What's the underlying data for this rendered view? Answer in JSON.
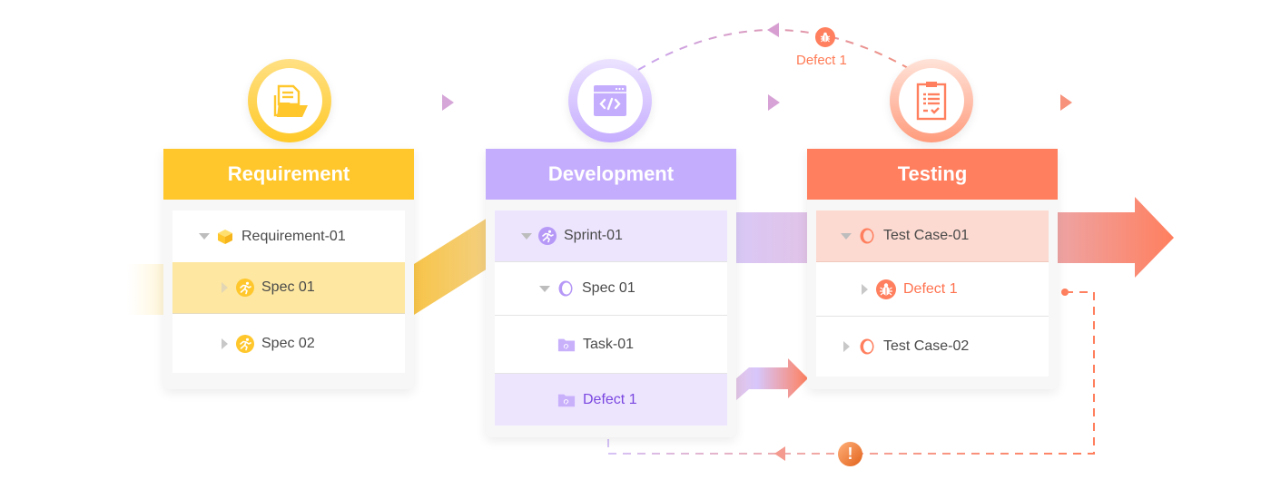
{
  "colors": {
    "requirement": "#ffc72c",
    "development": "#c5adfd",
    "testing": "#ff7f5e",
    "requirement_highlight": "#fde7a1",
    "development_highlight": "#ede5fe",
    "testing_highlight": "#fcdad1",
    "defect_purple": "#7a47e0",
    "defect_orange": "#ff7350"
  },
  "flow_top": {
    "defect_label": "Defect 1",
    "defect_icon": "bug-icon",
    "warning_icon": "exclamation-icon"
  },
  "stages": [
    {
      "id": "requirement",
      "title": "Requirement",
      "icon": "folder-document-icon",
      "rows": [
        {
          "label": "Requirement-01",
          "caret": "down",
          "icon": "cube-icon",
          "indent": 0,
          "highlight": false
        },
        {
          "label": "Spec 01",
          "caret": "right",
          "icon": "runner-icon",
          "indent": 1,
          "highlight": true
        },
        {
          "label": "Spec 02",
          "caret": "right",
          "icon": "runner-icon",
          "indent": 1,
          "highlight": false
        }
      ]
    },
    {
      "id": "development",
      "title": "Development",
      "icon": "code-window-icon",
      "rows": [
        {
          "label": "Sprint-01",
          "caret": "down",
          "icon": "runner-icon",
          "indent": 0,
          "highlight": true
        },
        {
          "label": "Spec 01",
          "caret": "down",
          "icon": "ring-icon",
          "indent": 1,
          "highlight": false
        },
        {
          "label": "Task-01",
          "caret": "none",
          "icon": "folder-attachment-icon",
          "indent": 2,
          "highlight": false
        },
        {
          "label": "Defect 1",
          "caret": "none",
          "icon": "folder-attachment-icon",
          "indent": 2,
          "highlight": true
        }
      ]
    },
    {
      "id": "testing",
      "title": "Testing",
      "icon": "clipboard-checklist-icon",
      "rows": [
        {
          "label": "Test Case-01",
          "caret": "down",
          "icon": "ring-icon",
          "indent": 0,
          "highlight": true
        },
        {
          "label": "Defect 1",
          "caret": "right",
          "icon": "bug-icon",
          "indent": 1,
          "highlight": false
        },
        {
          "label": "Test Case-02",
          "caret": "right",
          "icon": "ring-icon",
          "indent": 0,
          "highlight": false
        }
      ]
    }
  ]
}
